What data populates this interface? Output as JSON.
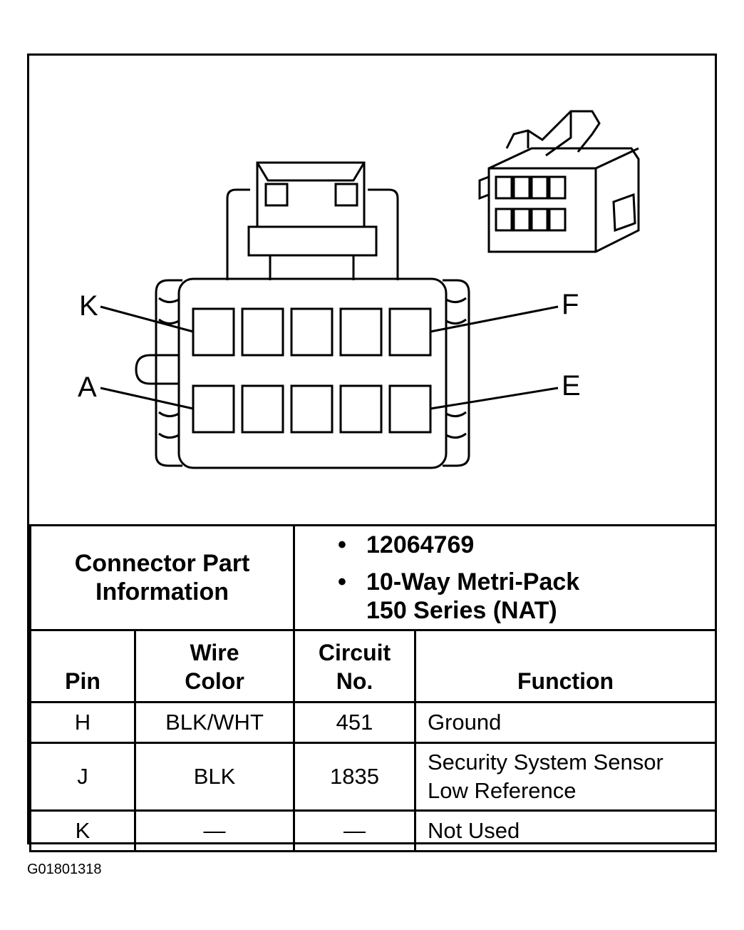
{
  "diagram": {
    "pin_labels": {
      "top_left": "K",
      "top_right": "F",
      "bottom_left": "A",
      "bottom_right": "E"
    }
  },
  "connector_info": {
    "label_line1": "Connector Part",
    "label_line2": "Information",
    "part_number": "12064769",
    "description_line1": "10-Way Metri-Pack",
    "description_line2": "150 Series (NAT)",
    "bullet": "•"
  },
  "table": {
    "headers": {
      "pin": "Pin",
      "wire_color_line1": "Wire",
      "wire_color_line2": "Color",
      "circuit_line1": "Circuit",
      "circuit_line2": "No.",
      "function": "Function"
    },
    "rows": [
      {
        "pin": "H",
        "wire_color": "BLK/WHT",
        "circuit": "451",
        "function_line1": "Ground",
        "function_line2": ""
      },
      {
        "pin": "J",
        "wire_color": "BLK",
        "circuit": "1835",
        "function_line1": "Security System Sensor",
        "function_line2": "Low Reference"
      },
      {
        "pin": "K",
        "wire_color": "—",
        "circuit": "—",
        "function_line1": "Not Used",
        "function_line2": ""
      }
    ]
  },
  "figure_id": "G01801318"
}
